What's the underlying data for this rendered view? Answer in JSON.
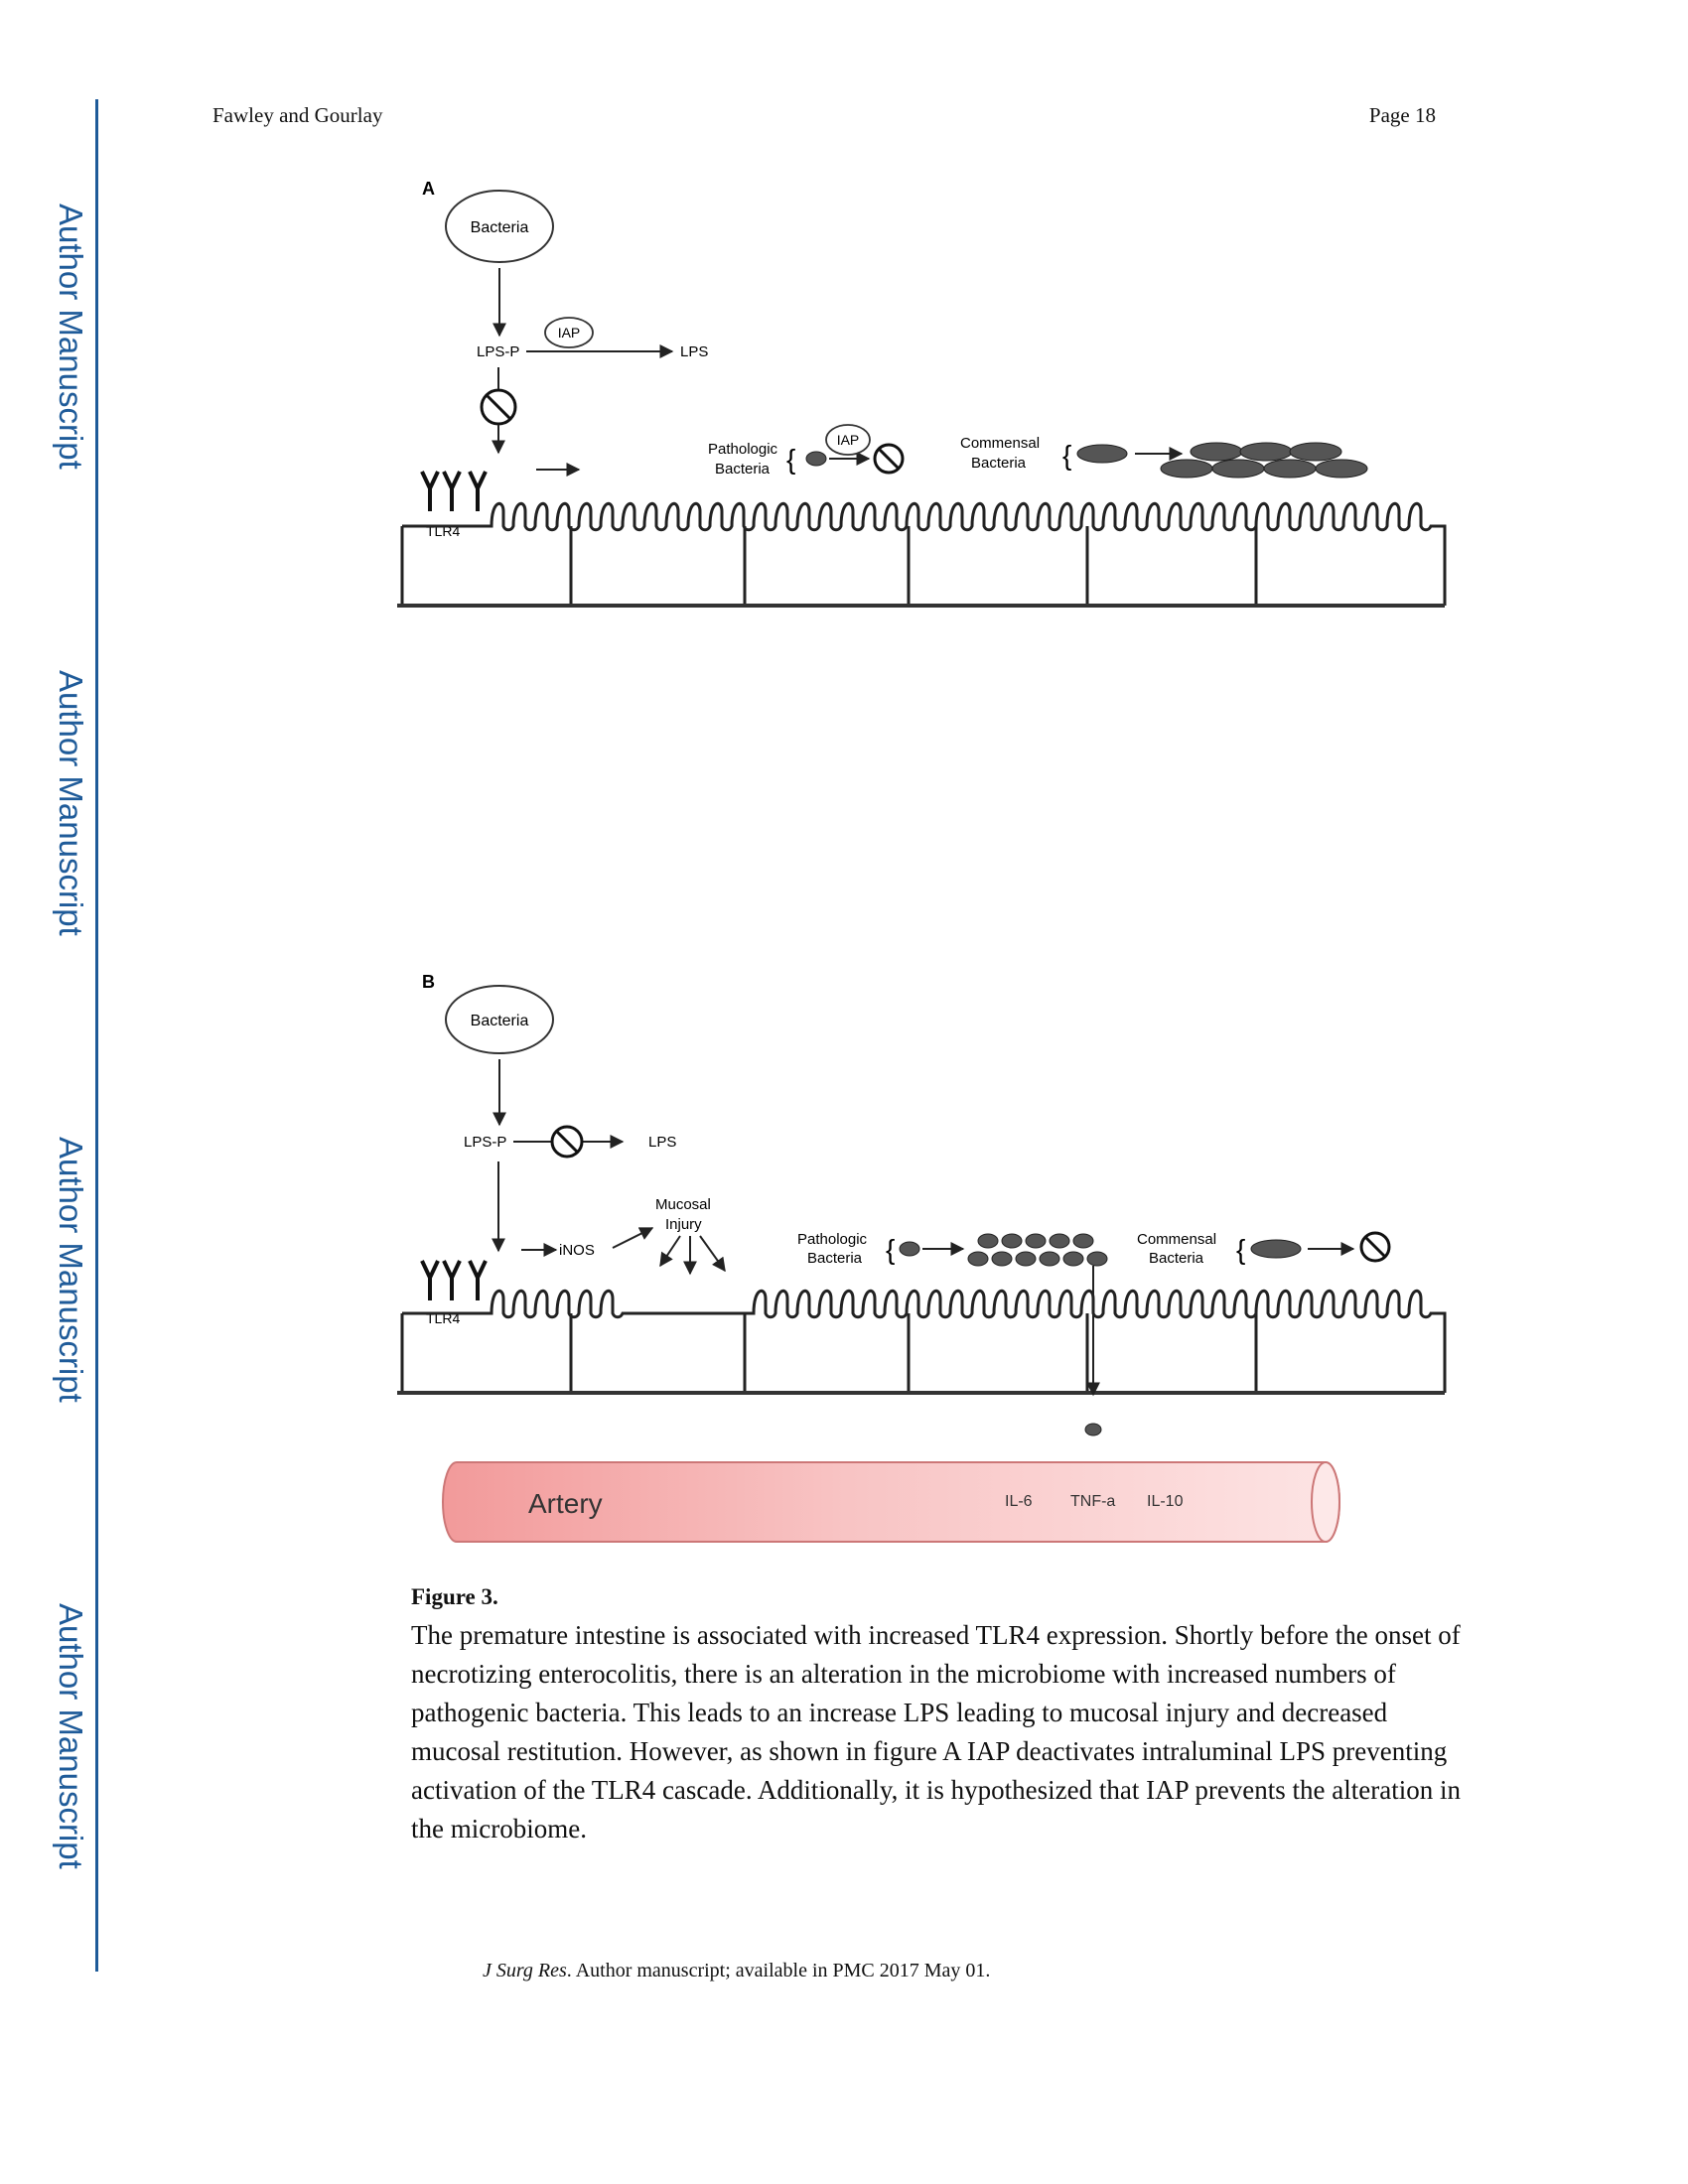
{
  "sidebar": {
    "labels": [
      "Author Manuscript",
      "Author Manuscript",
      "Author Manuscript",
      "Author Manuscript"
    ]
  },
  "header": {
    "authors": "Fawley and Gourlay",
    "page": "Page 18"
  },
  "figure": {
    "panel_a": {
      "panel_label": "A",
      "bacteria": "Bacteria",
      "lps_p": "LPS-P",
      "iap": "IAP",
      "lps": "LPS",
      "pathologic_1": "Pathologic",
      "pathologic_2": "Bacteria",
      "iap2": "IAP",
      "commensal_1": "Commensal",
      "commensal_2": "Bacteria",
      "tlr4": "TLR4"
    },
    "panel_b": {
      "panel_label": "B",
      "bacteria": "Bacteria",
      "lps_p": "LPS-P",
      "lps": "LPS",
      "inos": "iNOS",
      "mucosal_1": "Mucosal",
      "mucosal_2": "Injury",
      "pathologic_1": "Pathologic",
      "pathologic_2": "Bacteria",
      "commensal_1": "Commensal",
      "commensal_2": "Bacteria",
      "tlr4": "TLR4"
    },
    "artery": {
      "label": "Artery",
      "cytokines": [
        "IL-6",
        "TNF-a",
        "IL-10"
      ]
    }
  },
  "caption": {
    "label": "Figure 3.",
    "text": "The premature intestine is associated with increased TLR4 expression. Shortly before the onset of necrotizing enterocolitis, there is an alteration in the microbiome with increased numbers of pathogenic bacteria. This leads to an increase LPS leading to mucosal injury and decreased mucosal restitution. However, as shown in figure A IAP deactivates intraluminal LPS preventing activation of the TLR4 cascade. Additionally, it is hypothesized that IAP prevents the alteration in the microbiome."
  },
  "footer": {
    "journal": "J Surg Res",
    "rest": ". Author manuscript; available in PMC 2017 May 01."
  },
  "colors": {
    "sidebar_blue": "#1f5b99",
    "artery_pink": "#f4a6a6"
  }
}
